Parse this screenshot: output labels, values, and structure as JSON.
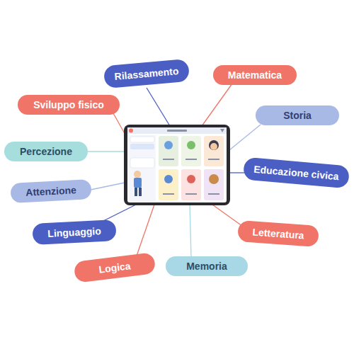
{
  "diagram": {
    "nodes": [
      {
        "text": [
          "Rilassamento"
        ]
      },
      {
        "text": [
          "Matematica"
        ]
      },
      {
        "text": [
          "Sviluppo fisico"
        ]
      },
      {
        "text": [
          "Storia"
        ]
      },
      {
        "text": [
          "Percezione"
        ]
      },
      {
        "text": [
          "Educazione civica"
        ]
      },
      {
        "text": [
          "Attenzione"
        ]
      },
      {
        "text": [
          "Linguaggio"
        ]
      },
      {
        "text": [
          "Letteratura"
        ]
      },
      {
        "text": [
          "Logica"
        ]
      },
      {
        "text": [
          "Memoria"
        ]
      }
    ]
  }
}
